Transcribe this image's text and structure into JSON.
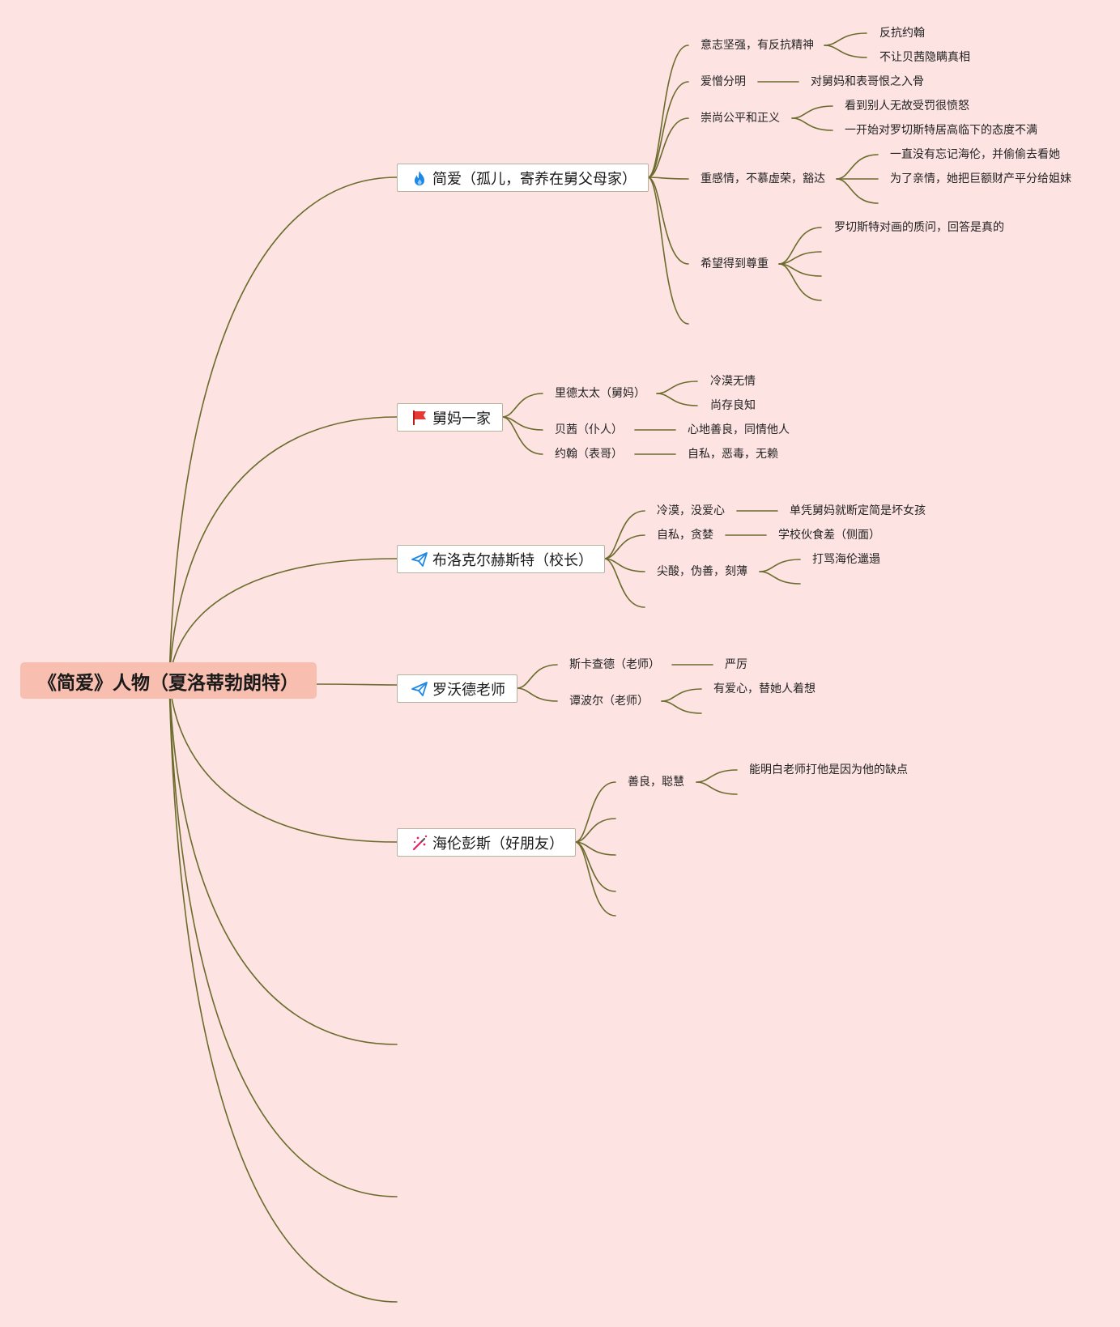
{
  "root": {
    "title": "《简爱》人物（夏洛蒂勃朗特）"
  },
  "colors": {
    "background": "#fde3e2",
    "root_fill": "#f8bfb1",
    "link": "#6b6b2c"
  },
  "branches": [
    {
      "label": "简爱（孤儿，寄养在舅父母家）",
      "icon": "fire-icon",
      "children": [
        {
          "label": "意志坚强，有反抗精神",
          "children": [
            "反抗约翰",
            "不让贝茜隐瞒真相"
          ]
        },
        {
          "label": "爱憎分明",
          "children": [
            "对舅妈和表哥恨之入骨"
          ]
        },
        {
          "label": "崇尚公平和正义",
          "children": [
            "看到别人无故受罚很愤怒",
            "一开始对罗切斯特居高临下的态度不满"
          ]
        },
        {
          "label": "重感情，不慕虚荣，豁达",
          "children": [
            "一直没有忘记海伦，并偷偷去看她",
            "为了亲情，她把巨额财产平分给姐妹",
            ""
          ]
        },
        {
          "label": "希望得到尊重",
          "children": [
            "罗切斯特对画的质问，回答是真的",
            "",
            "",
            ""
          ]
        },
        {
          "label": "",
          "children": []
        }
      ]
    },
    {
      "label": "舅妈一家",
      "icon": "red-flag-icon",
      "children": [
        {
          "label": "里德太太（舅妈）",
          "children": [
            "冷漠无情",
            "尚存良知"
          ]
        },
        {
          "label": "贝茜（仆人）",
          "children": [
            "心地善良，同情他人"
          ]
        },
        {
          "label": "约翰（表哥）",
          "children": [
            "自私，恶毒，无赖"
          ]
        }
      ]
    },
    {
      "label": "布洛克尔赫斯特（校长）",
      "icon": "paper-plane-icon",
      "children": [
        {
          "label": "冷漠，没爱心",
          "children": [
            "单凭舅妈就断定简是坏女孩"
          ]
        },
        {
          "label": "自私，贪婪",
          "children": [
            "学校伙食差（侧面）"
          ]
        },
        {
          "label": "尖酸，伪善，刻薄",
          "children": [
            "打骂海伦邋遢",
            ""
          ]
        },
        {
          "label": "",
          "children": []
        }
      ]
    },
    {
      "label": "罗沃德老师",
      "icon": "paper-plane-icon",
      "children": [
        {
          "label": "斯卡查德（老师）",
          "children": [
            "严厉"
          ]
        },
        {
          "label": "谭波尔（老师）",
          "children": [
            "有爱心，替她人着想",
            ""
          ]
        }
      ]
    },
    {
      "label": "海伦彭斯（好朋友）",
      "icon": "magic-wand-icon",
      "children": [
        {
          "label": "善良，聪慧",
          "children": [
            "能明白老师打他是因为他的缺点",
            ""
          ]
        },
        {
          "label": "",
          "children": []
        },
        {
          "label": "",
          "children": []
        },
        {
          "label": "",
          "children": []
        },
        {
          "label": "",
          "children": []
        }
      ]
    },
    {
      "label": "",
      "icon": "",
      "children": []
    },
    {
      "label": "",
      "icon": "",
      "children": []
    },
    {
      "label": "",
      "icon": "",
      "children": []
    }
  ]
}
